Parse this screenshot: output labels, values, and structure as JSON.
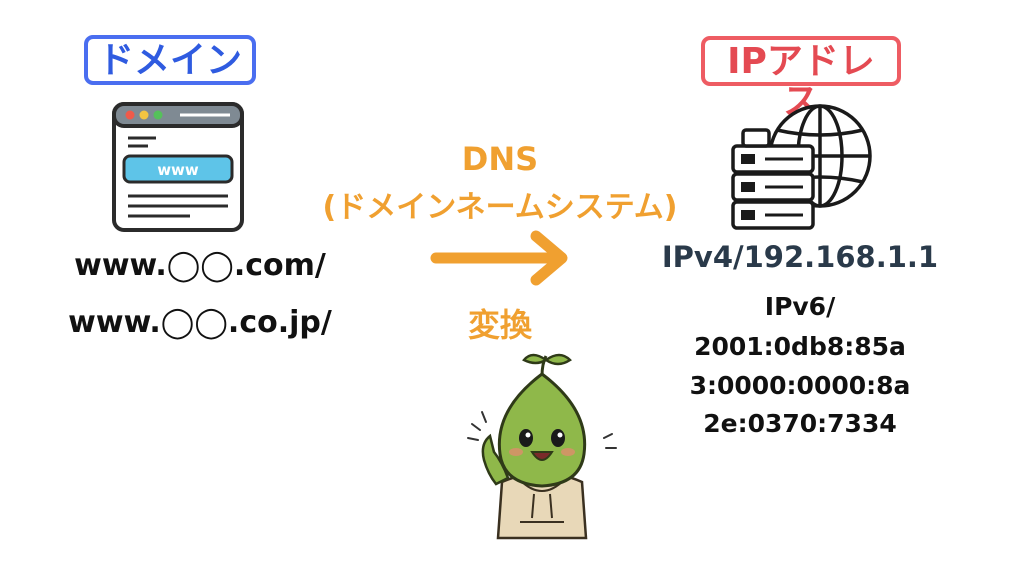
{
  "labels": {
    "domain": "ドメイン",
    "ip_address": "IPアドレス"
  },
  "domains": [
    "www.◯◯.com/",
    "www.◯◯.co.jp/"
  ],
  "dns": {
    "title": "DNS",
    "full_name": "(ドメインネームシステム)",
    "action": "変換"
  },
  "browser": {
    "url_text": "www"
  },
  "ip": {
    "ipv4": "IPv4/192.168.1.1",
    "ipv6_lines": [
      "IPv6/",
      "2001:0db8:85a",
      "3:0000:0000:8a",
      "2e:0370:7334"
    ]
  },
  "colors": {
    "domain_accent": "#4a6ef0",
    "ip_accent": "#ee5c63",
    "arrow": "#f0a030",
    "browser_bar": "#5ec4e8",
    "mascot_green": "#8fb84a"
  },
  "icons": [
    "browser-window-icon",
    "server-globe-icon",
    "arrow-right-icon",
    "sprout-mascot"
  ]
}
